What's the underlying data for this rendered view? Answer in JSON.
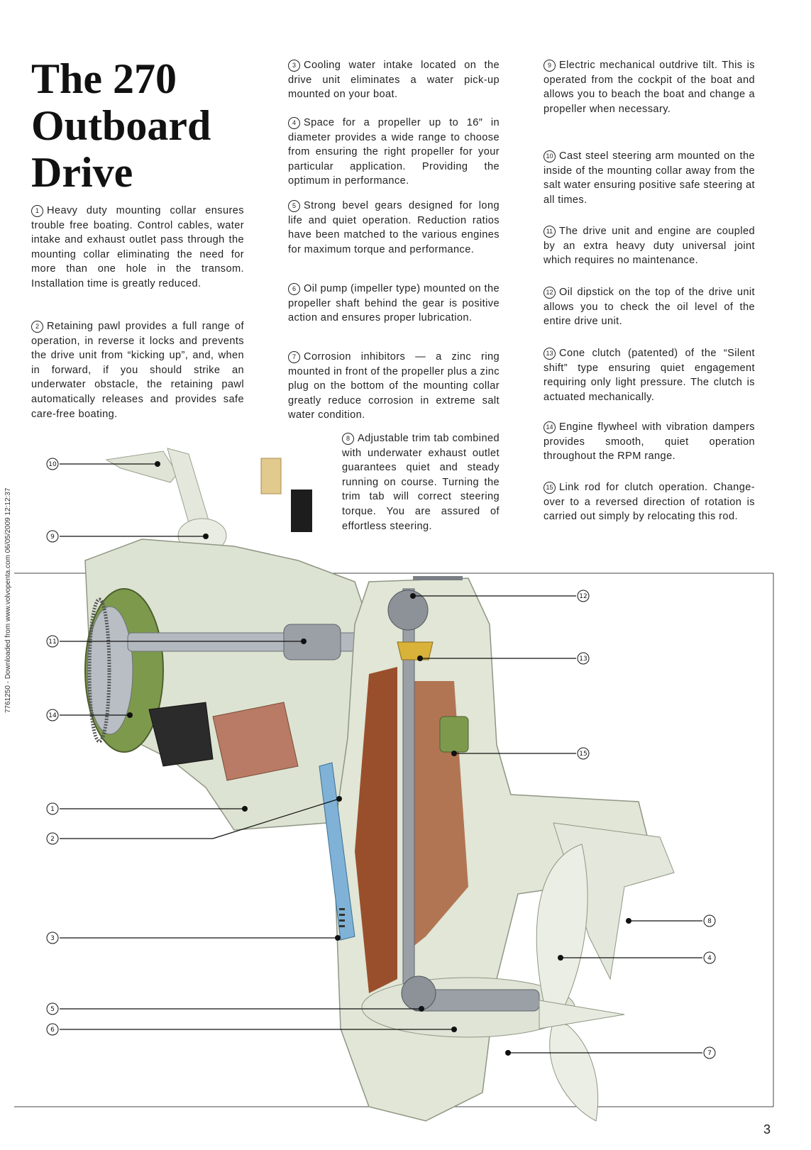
{
  "title": "The 270\nOutboard\nDrive",
  "paragraphs": [
    {
      "num": "1",
      "text": "Heavy duty mounting collar ensures trouble free boating. Control cables, water intake and exhaust outlet pass through the mounting collar eliminating the need for more than one hole in the transom. Installation time is greatly reduced."
    },
    {
      "num": "2",
      "text": "Retaining pawl provides a full range of operation, in reverse it locks and prevents the drive unit from “kicking up”, and, when in forward, if you should strike an underwater obstacle, the retaining pawl automatically releases and provides safe care-free boating."
    },
    {
      "num": "3",
      "text": "Cooling water intake located on the drive unit eliminates a water pick-up mounted on your boat."
    },
    {
      "num": "4",
      "text": "Space for a propeller up to 16″ in diameter provides a wide range to choose from ensuring the right propeller for your particular application. Providing the optimum in performance."
    },
    {
      "num": "5",
      "text": "Strong bevel gears designed for long life and quiet operation. Reduction ratios have been matched to the various engines for maximum torque and performance."
    },
    {
      "num": "6",
      "text": "Oil pump (impeller type) mounted on the propeller shaft behind the gear is positive action and ensures proper lubrication."
    },
    {
      "num": "7",
      "text": "Corrosion inhibitors — a zinc ring mounted in front of the propeller plus a zinc plug on the bottom of the mounting collar greatly reduce corrosion in extreme salt water condition."
    },
    {
      "num": "8",
      "text": "Adjustable trim tab combined with underwater exhaust outlet guarantees quiet and steady running on course. Turning the trim tab will correct steering torque. You are assured of effortless steering."
    },
    {
      "num": "9",
      "text": "Electric mechanical outdrive tilt. This is operated from the cockpit of the boat and allows you to beach the boat and change a propeller when necessary."
    },
    {
      "num": "10",
      "text": "Cast steel steering arm mounted on the inside of the mounting collar away from the salt water ensuring positive safe steering at all times."
    },
    {
      "num": "11",
      "text": "The drive unit and engine are coupled by an extra heavy duty universal joint which requires no maintenance."
    },
    {
      "num": "12",
      "text": "Oil dipstick on the top of the drive unit allows you to check the oil level of the entire drive unit."
    },
    {
      "num": "13",
      "text": "Cone clutch (patented) of the “Silent shift” type ensuring quiet engagement requiring only light pressure. The clutch is actuated mechanically."
    },
    {
      "num": "14",
      "text": "Engine flywheel with vibration dampers provides smooth, quiet operation throughout the RPM range."
    },
    {
      "num": "15",
      "text": "Link rod for clutch operation. Change-over to a reversed direction of rotation is carried out simply by relocating this rod."
    }
  ],
  "callouts": [
    "10",
    "9",
    "11",
    "14",
    "1",
    "2",
    "3",
    "5",
    "6",
    "12",
    "13",
    "15",
    "8",
    "4",
    "7"
  ],
  "watermark": "7761250 - Downloaded from www.volvopenta.com 06/05/2009 12:12:37",
  "page_number": "3",
  "colors": {
    "housing": "#dde3d2",
    "oil_passage": "#9a4f2c",
    "flywheel_green": "#7d9a4c",
    "water_blue": "#7fb2d6",
    "bellows": "#b97b65",
    "steel": "#9aa0a6",
    "yellow_cone": "#d9b23a"
  }
}
